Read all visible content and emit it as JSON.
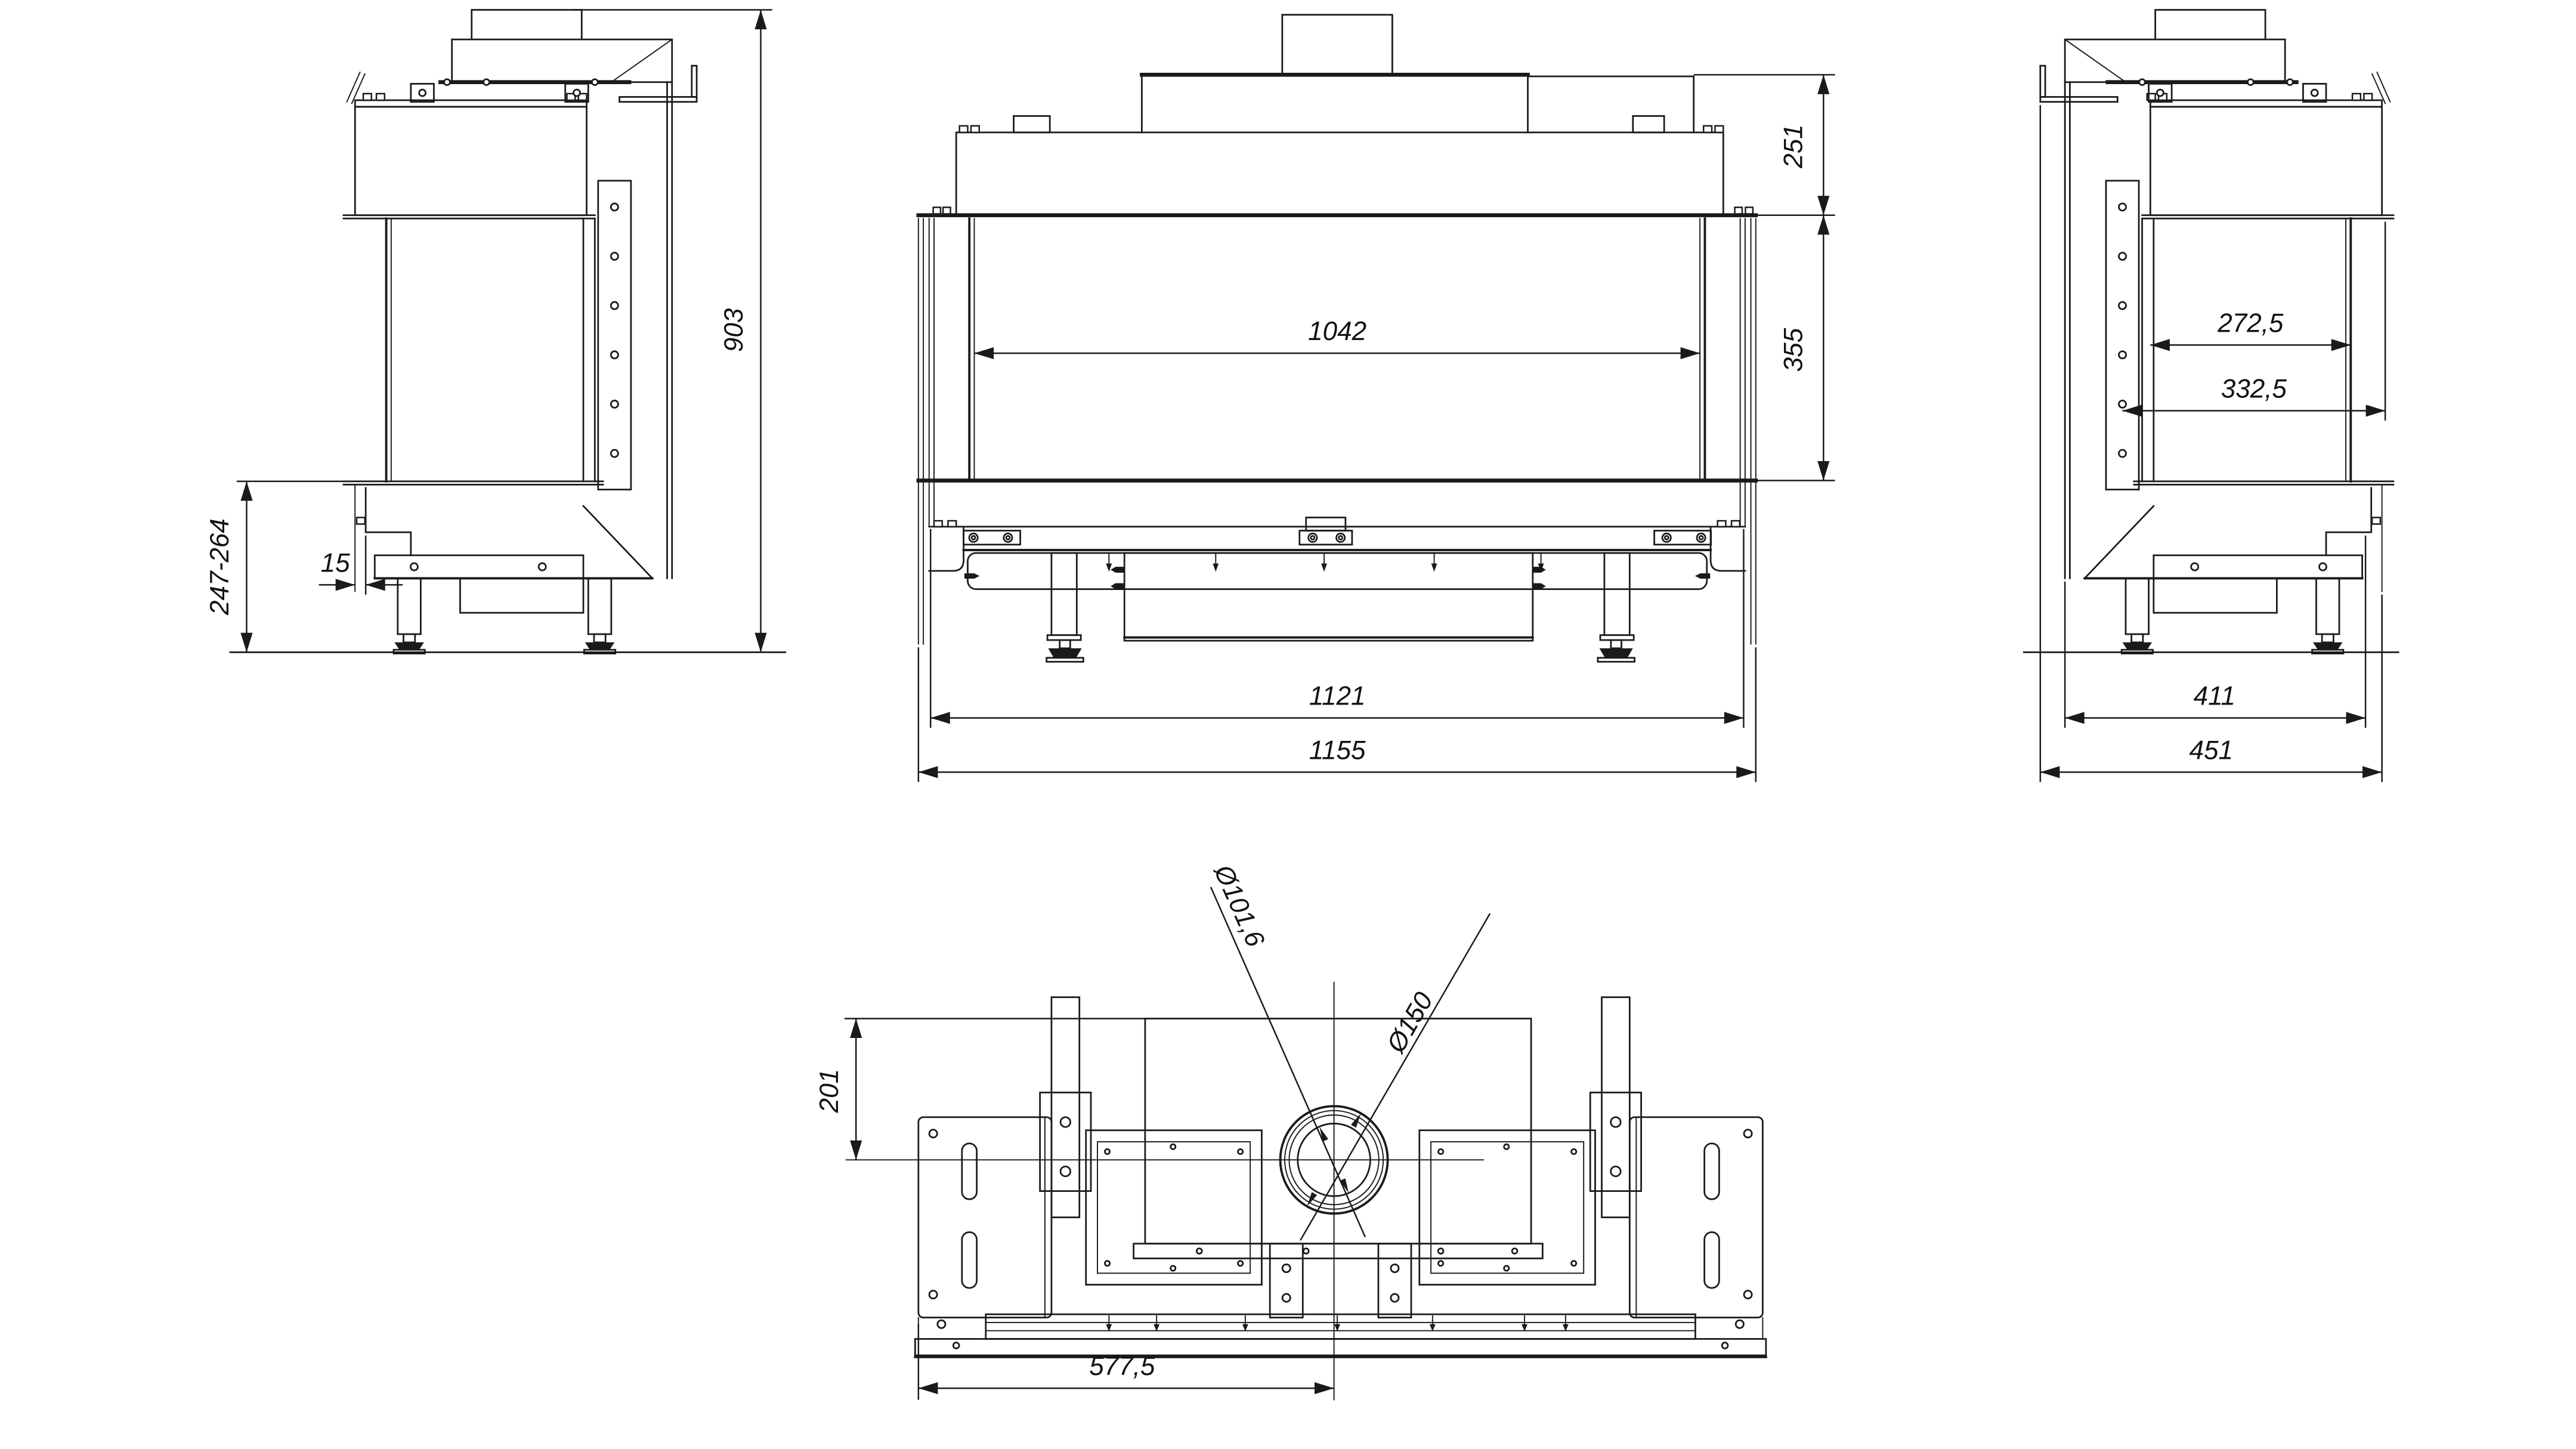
{
  "drawing": {
    "type": "technical-orthographic-drawing",
    "background_color": "#ffffff",
    "line_color": "#1a1a1a",
    "units": "mm",
    "views": {
      "left_side": {
        "name": "left side view",
        "dimensions": {
          "total_height": "903",
          "base_height_range": "247-264",
          "front_lip_offset": "15"
        }
      },
      "front": {
        "name": "front view",
        "dimensions": {
          "top_section_height": "251",
          "glass_opening_height": "355",
          "glass_opening_width": "1042",
          "base_width": "1121",
          "total_width": "1155"
        }
      },
      "right_side": {
        "name": "right side view",
        "dimensions": {
          "glass_depth": "272,5",
          "side_frame_depth": "332,5",
          "base_depth": "411",
          "total_depth": "451"
        }
      },
      "plan": {
        "name": "bottom plan view",
        "dimensions": {
          "flue_center_to_back": "201",
          "flue_axis_from_left": "577,5",
          "flue_inner_diameter": "Ø101,6",
          "flue_outer_diameter": "Ø150"
        }
      }
    }
  }
}
